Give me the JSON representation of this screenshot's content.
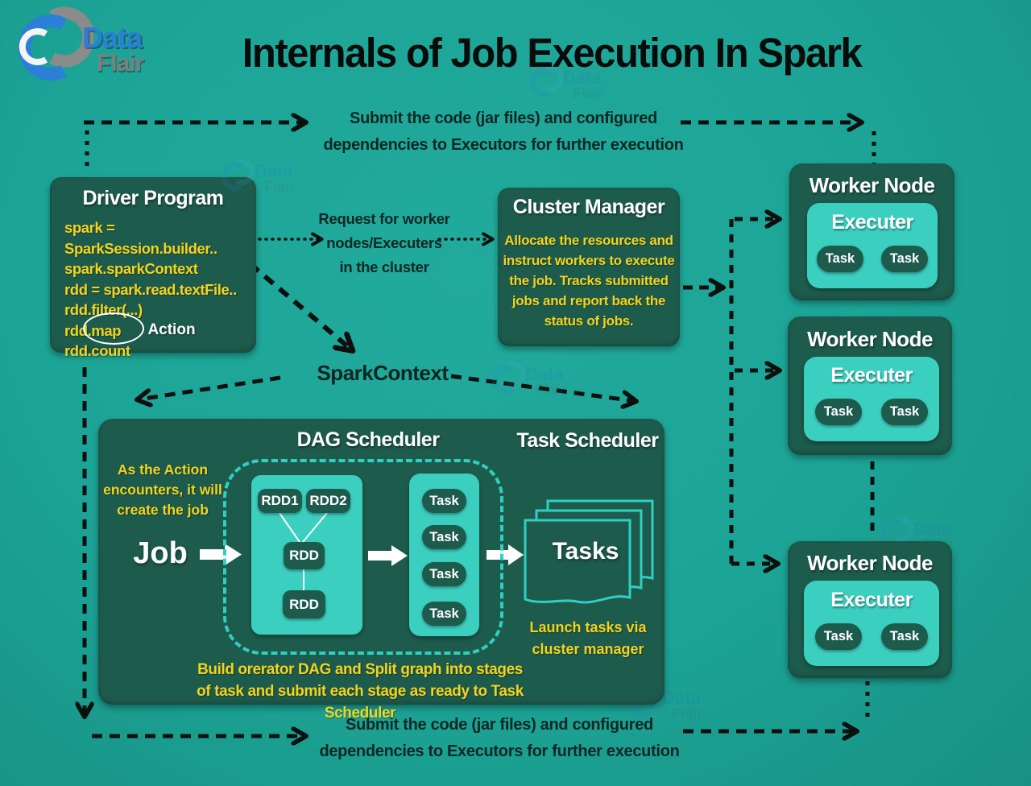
{
  "brand": {
    "data": "Data",
    "flair": "Flair"
  },
  "title": "Internals of Job Execution In Spark",
  "notes": {
    "submit_top": [
      "Submit the code (jar files) and configured",
      "dependencies to Executors for further execution"
    ],
    "submit_bottom": [
      "Submit the code (jar files) and configured",
      "dependencies to Executors for further execution"
    ],
    "request_worker": [
      "Request for worker",
      "nodes/Executers",
      "in the cluster"
    ],
    "spark_context": "SparkContext"
  },
  "driver": {
    "title": "Driver Program",
    "code": [
      "spark = SparkSession.builder..",
      "spark.sparkContext",
      "rdd = spark.read.textFile..",
      "rdd.filter(...)",
      "rdd.map",
      "rdd.count"
    ],
    "action_label": "Action"
  },
  "cluster": {
    "title": "Cluster Manager",
    "lines": [
      "Allocate the resources and",
      "instruct workers to execute",
      "the job. Tracks submitted",
      "jobs and report back the",
      "status of jobs."
    ]
  },
  "scheduler": {
    "dag_title": "DAG Scheduler",
    "task_title": "Task Scheduler",
    "action_note": [
      "As the Action",
      "encounters, it will",
      "create the job"
    ],
    "job": "Job",
    "rdd1": "RDD1",
    "rdd2": "RDD2",
    "rdd_mid": "RDD",
    "rdd_bottom": "RDD",
    "tasks": [
      "Task",
      "Task",
      "Task",
      "Task"
    ],
    "tasks_doc": "Tasks",
    "launch_note": [
      "Launch tasks via",
      "cluster manager"
    ],
    "build_note": [
      "Build orerator DAG and Split graph into stages",
      "of task and submit each stage as ready  to Task Scheduler"
    ]
  },
  "workers": [
    {
      "title": "Worker Node",
      "executor": "Executer",
      "tasks": [
        "Task",
        "Task"
      ]
    },
    {
      "title": "Worker Node",
      "executor": "Executer",
      "tasks": [
        "Task",
        "Task"
      ]
    },
    {
      "title": "Worker Node",
      "executor": "Executer",
      "tasks": [
        "Task",
        "Task"
      ]
    }
  ],
  "colors": {
    "background": "#1CA496",
    "box_dark": "#1D5B4C",
    "panel_teal": "#3BCFC0",
    "accent_yellow": "#F2D41F",
    "ink": "#0D2420",
    "logo_blue": "#2B7FD6",
    "logo_gray": "#8B8B8B",
    "white": "#FFFFFF"
  }
}
